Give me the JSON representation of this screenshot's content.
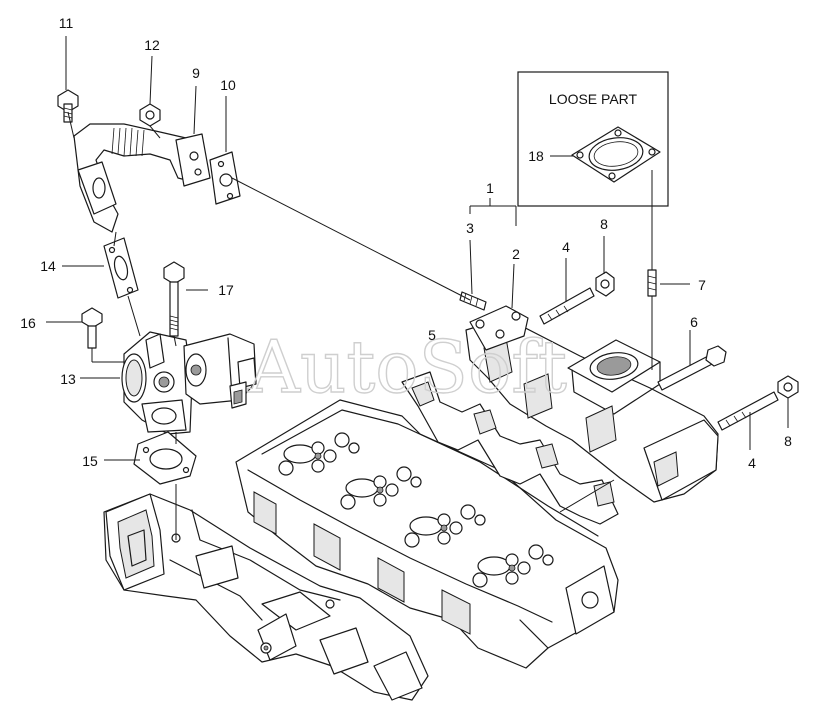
{
  "callouts": [
    {
      "id": "c11",
      "label": "11"
    },
    {
      "id": "c12",
      "label": "12"
    },
    {
      "id": "c9",
      "label": "9"
    },
    {
      "id": "c10",
      "label": "10"
    },
    {
      "id": "c14",
      "label": "14"
    },
    {
      "id": "c17",
      "label": "17"
    },
    {
      "id": "c16",
      "label": "16"
    },
    {
      "id": "c13",
      "label": "13"
    },
    {
      "id": "c15",
      "label": "15"
    },
    {
      "id": "c1",
      "label": "1"
    },
    {
      "id": "c3",
      "label": "3"
    },
    {
      "id": "c2",
      "label": "2"
    },
    {
      "id": "c4a",
      "label": "4"
    },
    {
      "id": "c8a",
      "label": "8"
    },
    {
      "id": "c7",
      "label": "7"
    },
    {
      "id": "c5",
      "label": "5"
    },
    {
      "id": "c6",
      "label": "6"
    },
    {
      "id": "c4b",
      "label": "4"
    },
    {
      "id": "c8b",
      "label": "8"
    },
    {
      "id": "c18",
      "label": "18"
    }
  ],
  "loose_part_box": {
    "title": "LOOSE PART"
  },
  "watermark": "AutoSoft"
}
